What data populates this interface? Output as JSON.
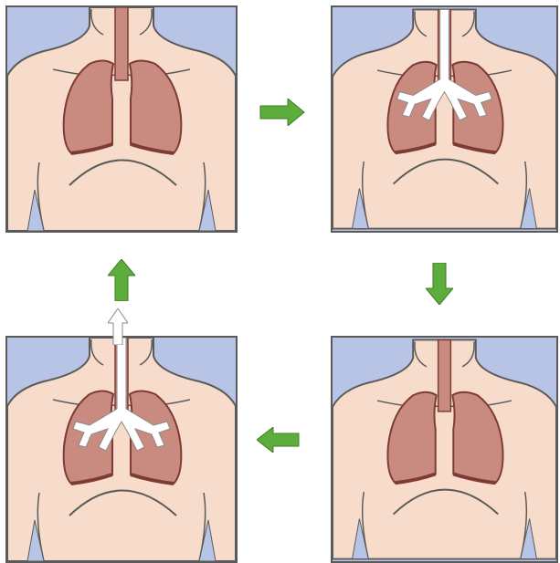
{
  "diagram": {
    "steps": [
      {
        "id": "rest",
        "airflow": "none"
      },
      {
        "id": "inhalation",
        "airflow": "air-in"
      },
      {
        "id": "hold",
        "airflow": "none"
      },
      {
        "id": "exhalation",
        "airflow": "air-out"
      }
    ],
    "colors": {
      "background": "#b8c4e6",
      "skin": "#f7dccb",
      "lung": "#c98a80",
      "lung_edge": "#7e3b34",
      "air": "#ffffff",
      "arrow": "#5cad3c",
      "outline": "#5a5a5a"
    },
    "cycle_arrows": [
      {
        "from": "rest",
        "to": "inhalation",
        "direction": "right"
      },
      {
        "from": "inhalation",
        "to": "hold",
        "direction": "down"
      },
      {
        "from": "hold",
        "to": "exhalation",
        "direction": "left"
      },
      {
        "from": "exhalation",
        "to": "rest",
        "direction": "up"
      }
    ]
  }
}
